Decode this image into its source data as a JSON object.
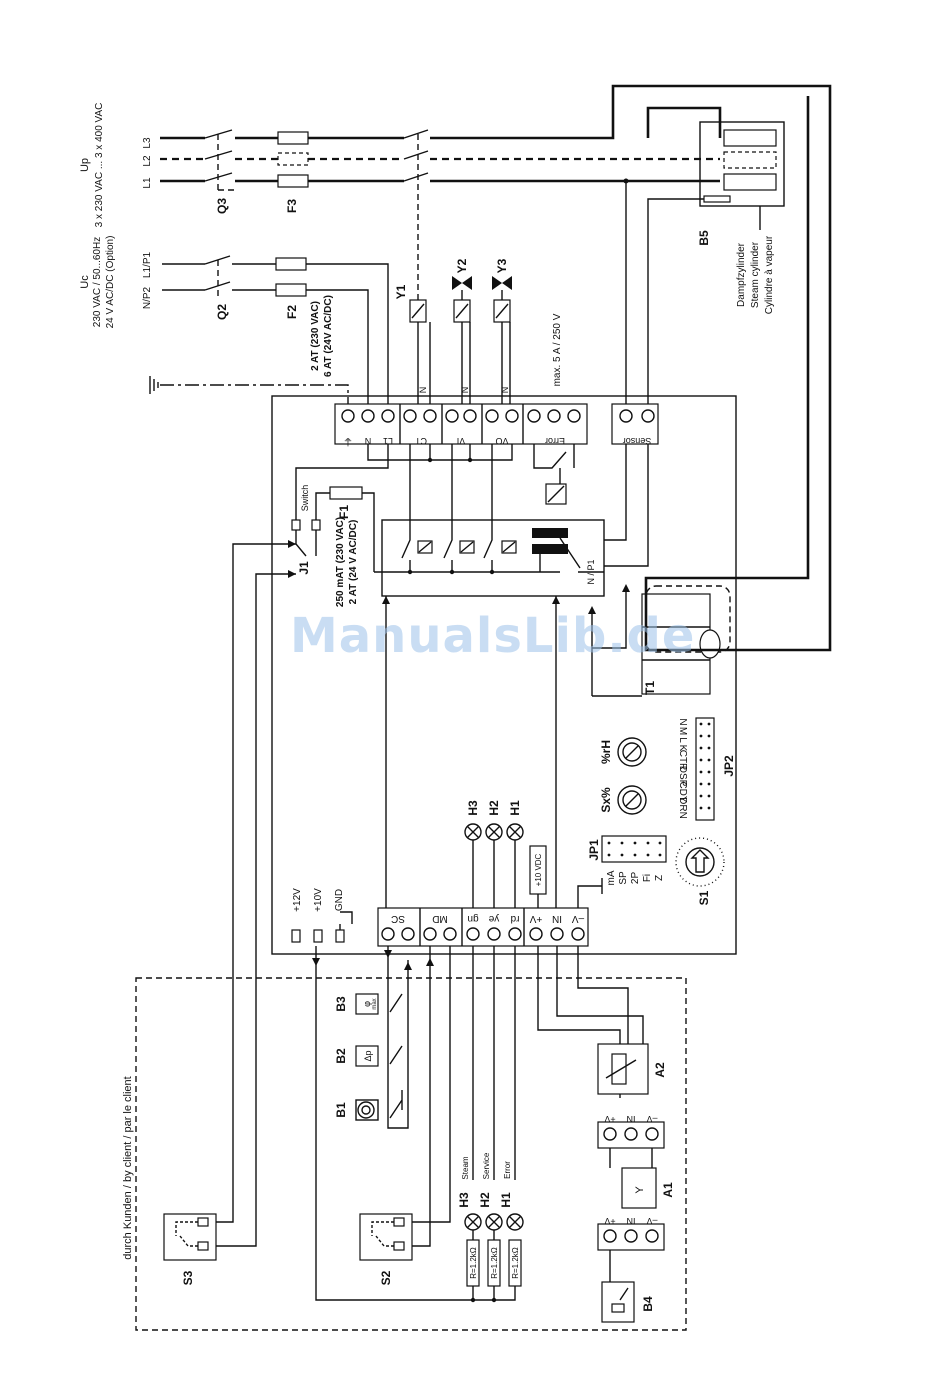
{
  "supply": {
    "up_title": "Up",
    "up_voltages": "3 x 230 VAC ... 3 x 400 VAC",
    "uc_title": "Uc",
    "uc_voltage": "230 VAC / 50...60Hz",
    "uc_option": "24 V AC/DC (Option)",
    "phase_l3": "L3",
    "phase_l2": "L2",
    "phase_l1": "L1",
    "l1p1": "L1/P1",
    "np2": "N/P2"
  },
  "components": {
    "q3": "Q3",
    "f3": "F3",
    "q2": "Q2",
    "f2": "F2",
    "f2_rating_1": "2 AT (230 VAC)",
    "f2_rating_2": "6 AT (24V AC/DC)",
    "y1": "Y1",
    "y2": "Y2",
    "y3": "Y3",
    "b5": "B5",
    "cylinder_de": "Dampfzylinder",
    "cylinder_en": "Steam cylinder",
    "cylinder_fr": "Cylindre à vapeur",
    "max_rating": "max. 5 A / 250 V",
    "n": "N",
    "f1": "F1",
    "f1_rating_1": "250 mAT (230 VAC)",
    "f1_rating_2": "2 AT (24 V AC/DC)",
    "j1": "J1",
    "switch": "Switch",
    "np1": "N / P1",
    "t1": "T1",
    "jp1": "JP1",
    "jp2": "JP2",
    "s1": "S1",
    "sx": "Sx%",
    "rh": "%rH",
    "plus10vdc": "+10 VDC",
    "p12v": "+12V",
    "p10v": "+10V",
    "gnd": "GND",
    "h1": "H1",
    "h2": "H2",
    "h3": "H3",
    "a1": "A1",
    "a2": "A2",
    "b1": "B1",
    "b2": "B2",
    "b3": "B3",
    "b4": "B4",
    "s2": "S2",
    "s3": "S3",
    "delta_p": "Δp",
    "phi": "φ",
    "max": "max",
    "steam": "Steam",
    "service": "Service",
    "error": "Error",
    "resistor": "R=1.2kΩ",
    "y_label": "Y",
    "customer_note": "durch Kunden / by client / par le client"
  },
  "terminal_labels": {
    "top_strip": [
      "⏚",
      "N",
      "L1",
      "CT",
      "VI",
      "VO",
      "Error",
      "Sensor"
    ],
    "bottom_strip": [
      "SC",
      "MD",
      "gn",
      "ye",
      "rd",
      "+V",
      "IN",
      "–V"
    ],
    "jp1_pins": [
      "mA",
      "SP",
      "2P",
      "Fi",
      "Z"
    ],
    "jp2_pins": [
      "DRN",
      "CDY",
      "DSP",
      "CTR",
      "K",
      "L",
      "M",
      "N"
    ],
    "transmitter": [
      "+V",
      "IN",
      "–V"
    ]
  },
  "watermark": "ManualsLib.de"
}
